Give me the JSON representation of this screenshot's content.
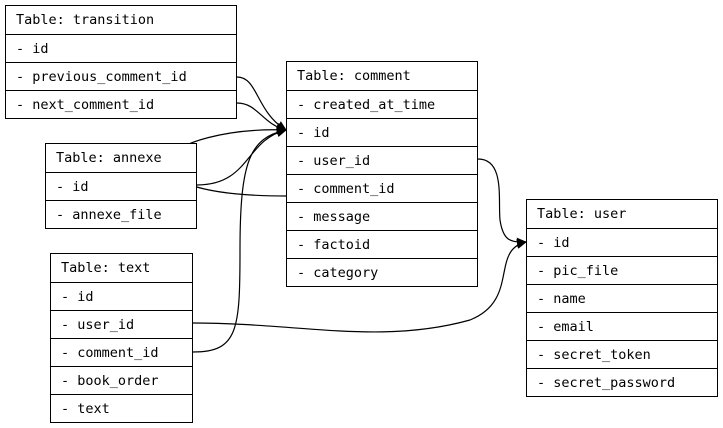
{
  "tables": {
    "transition": {
      "title": "Table: transition",
      "fields": [
        "id",
        "previous_comment_id",
        "next_comment_id"
      ]
    },
    "comment": {
      "title": "Table: comment",
      "fields": [
        "created_at_time",
        "id",
        "user_id",
        "comment_id",
        "message",
        "factoid",
        "category"
      ]
    },
    "annexe": {
      "title": "Table: annexe",
      "fields": [
        "id",
        "annexe_file"
      ]
    },
    "text": {
      "title": "Table: text",
      "fields": [
        "id",
        "user_id",
        "comment_id",
        "book_order",
        "text"
      ]
    },
    "user": {
      "title": "Table: user",
      "fields": [
        "id",
        "pic_file",
        "name",
        "email",
        "secret_token",
        "secret_password"
      ]
    }
  },
  "relations": [
    {
      "from": "transition.previous_comment_id",
      "to": "comment.id"
    },
    {
      "from": "transition.next_comment_id",
      "to": "comment.id"
    },
    {
      "from": "annexe.id",
      "to": "comment.id"
    },
    {
      "from": "comment.comment_id",
      "to": "comment.id"
    },
    {
      "from": "text.comment_id",
      "to": "comment.id"
    },
    {
      "from": "comment.user_id",
      "to": "user.id"
    },
    {
      "from": "text.user_id",
      "to": "user.id"
    }
  ]
}
